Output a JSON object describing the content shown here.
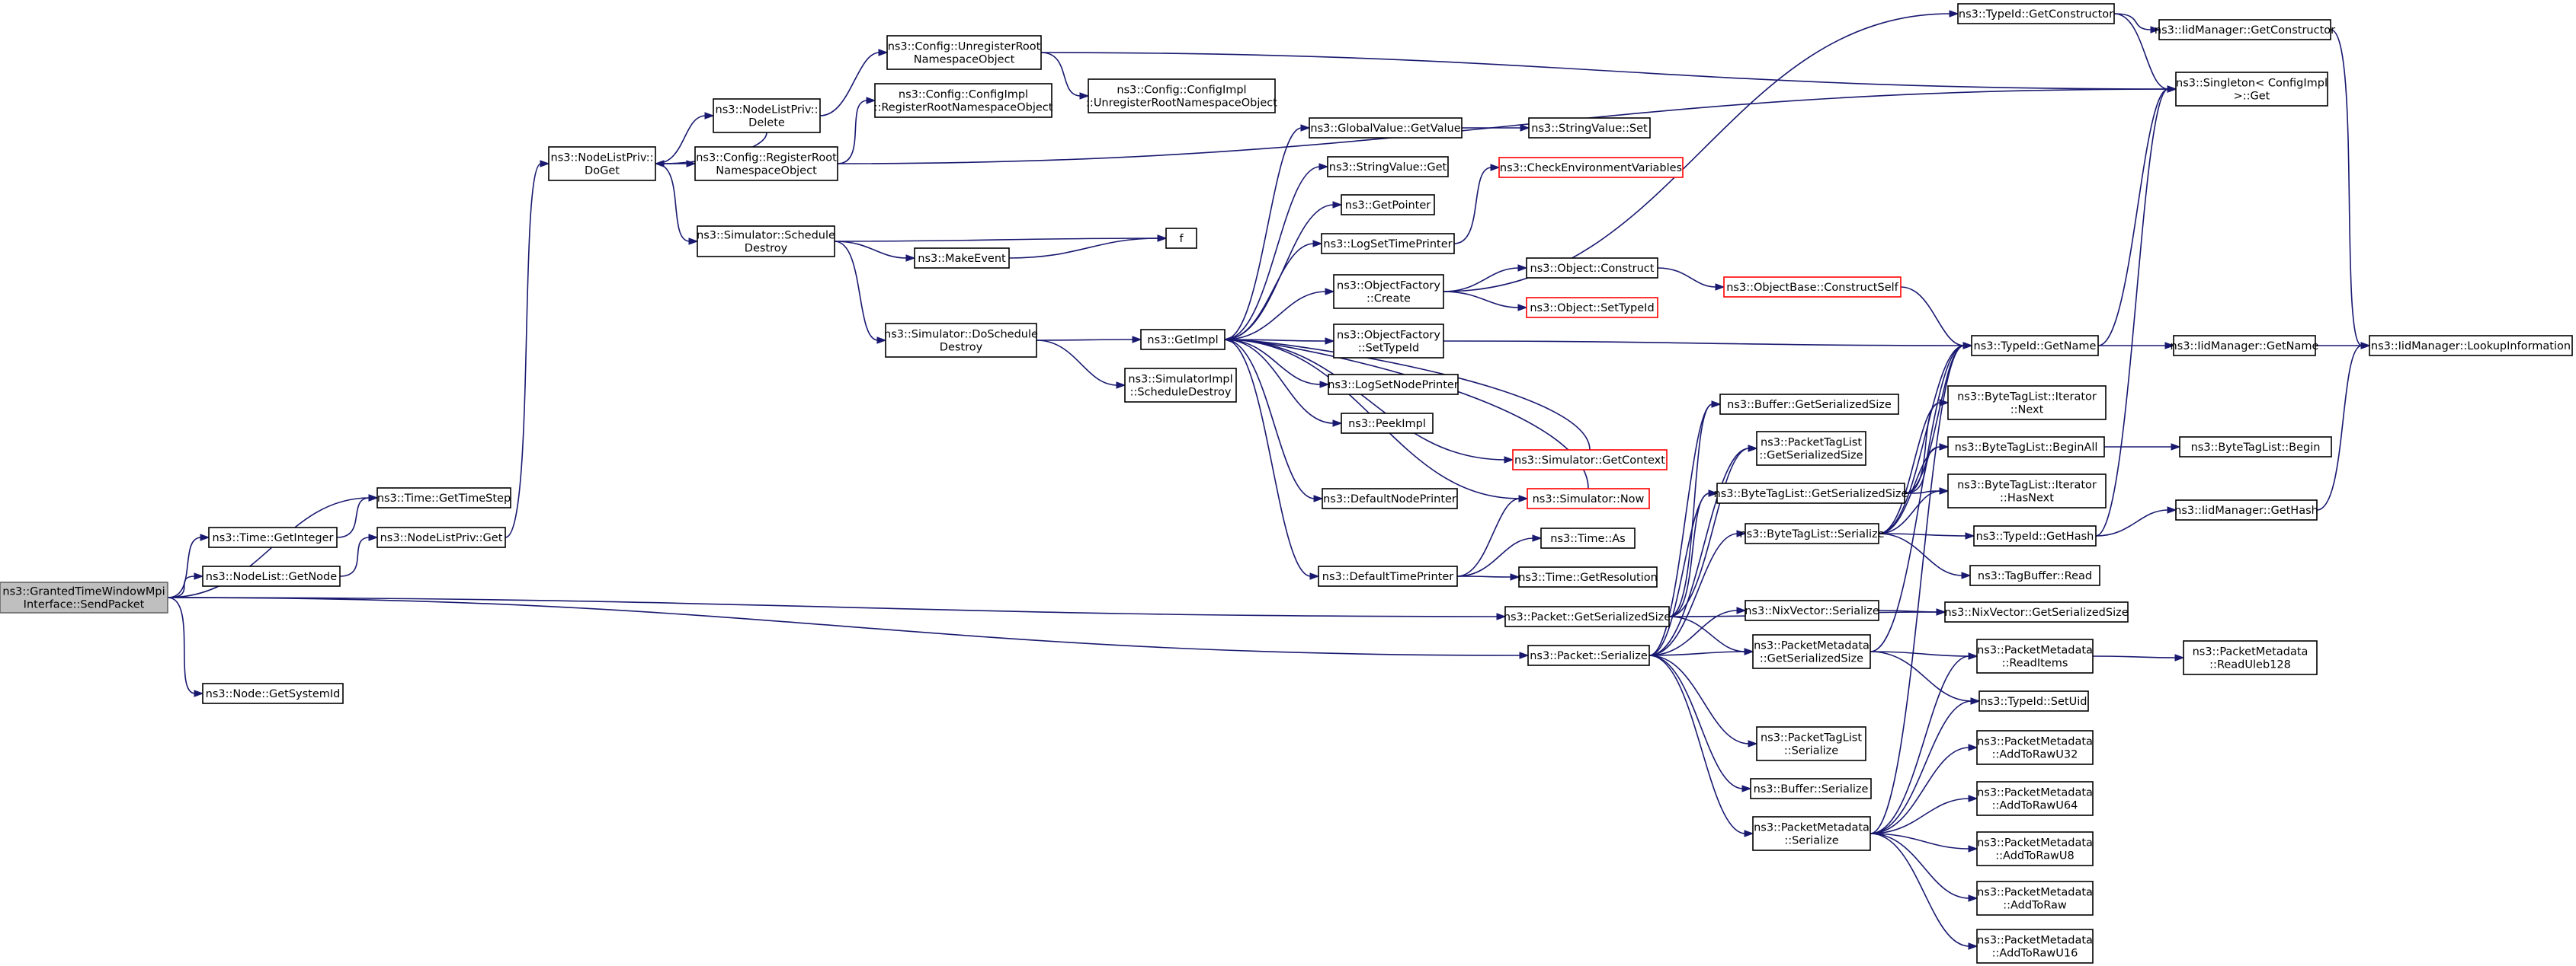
{
  "nodes": [
    {
      "id": "root",
      "lines": [
        "ns3::GrantedTimeWindowMpi",
        "Interface::SendPacket"
      ],
      "root": true
    },
    {
      "id": "time_gettimestep",
      "lines": [
        "ns3::Time::GetTimeStep"
      ]
    },
    {
      "id": "time_getinteger",
      "lines": [
        "ns3::Time::GetInteger"
      ]
    },
    {
      "id": "nodelistpriv_get",
      "lines": [
        "ns3::NodeListPriv::Get"
      ]
    },
    {
      "id": "nodelist_getnode",
      "lines": [
        "ns3::NodeList::GetNode"
      ]
    },
    {
      "id": "node_getsystemid",
      "lines": [
        "ns3::Node::GetSystemId"
      ]
    },
    {
      "id": "nodelistpriv_doget",
      "lines": [
        "ns3::NodeListPriv::",
        "DoGet"
      ]
    },
    {
      "id": "nodelistpriv_delete",
      "lines": [
        "ns3::NodeListPriv::",
        "Delete"
      ]
    },
    {
      "id": "config_registerroot",
      "lines": [
        "ns3::Config::RegisterRoot",
        "NamespaceObject"
      ]
    },
    {
      "id": "config_unregisterroot",
      "lines": [
        "ns3::Config::UnregisterRoot",
        "NamespaceObject"
      ]
    },
    {
      "id": "configimpl_register",
      "lines": [
        "ns3::Config::ConfigImpl",
        "::RegisterRootNamespaceObject"
      ]
    },
    {
      "id": "configimpl_unregister",
      "lines": [
        "ns3::Config::ConfigImpl",
        "::UnregisterRootNamespaceObject"
      ]
    },
    {
      "id": "sim_scheduledestroy",
      "lines": [
        "ns3::Simulator::Schedule",
        "Destroy"
      ]
    },
    {
      "id": "makeevent",
      "lines": [
        "ns3::MakeEvent"
      ]
    },
    {
      "id": "f",
      "lines": [
        "f"
      ]
    },
    {
      "id": "sim_doscheduledestroy",
      "lines": [
        "ns3::Simulator::DoSchedule",
        "Destroy"
      ]
    },
    {
      "id": "simimpl_scheduledestroy",
      "lines": [
        "ns3::SimulatorImpl",
        "::ScheduleDestroy"
      ]
    },
    {
      "id": "getimpl",
      "lines": [
        "ns3::GetImpl"
      ]
    },
    {
      "id": "globalvalue_getvalue",
      "lines": [
        "ns3::GlobalValue::GetValue"
      ]
    },
    {
      "id": "stringvalue_set",
      "lines": [
        "ns3::StringValue::Set"
      ]
    },
    {
      "id": "stringvalue_get",
      "lines": [
        "ns3::StringValue::Get"
      ]
    },
    {
      "id": "getpointer",
      "lines": [
        "ns3::GetPointer"
      ]
    },
    {
      "id": "logsettimeprinter",
      "lines": [
        "ns3::LogSetTimePrinter"
      ]
    },
    {
      "id": "checkenv",
      "lines": [
        "ns3::CheckEnvironmentVariables"
      ],
      "trunc": true
    },
    {
      "id": "objectfactory_create",
      "lines": [
        "ns3::ObjectFactory",
        "::Create"
      ]
    },
    {
      "id": "object_construct",
      "lines": [
        "ns3::Object::Construct"
      ]
    },
    {
      "id": "object_settypeid",
      "lines": [
        "ns3::Object::SetTypeId"
      ],
      "trunc": true
    },
    {
      "id": "objectbase_constructself",
      "lines": [
        "ns3::ObjectBase::ConstructSelf"
      ],
      "trunc": true
    },
    {
      "id": "objectfactory_settypeid",
      "lines": [
        "ns3::ObjectFactory",
        "::SetTypeId"
      ]
    },
    {
      "id": "logsetnodeprinter",
      "lines": [
        "ns3::LogSetNodePrinter"
      ]
    },
    {
      "id": "peekimpl",
      "lines": [
        "ns3::PeekImpl"
      ]
    },
    {
      "id": "sim_getcontext",
      "lines": [
        "ns3::Simulator::GetContext"
      ],
      "trunc": true
    },
    {
      "id": "defaultnodeprinter",
      "lines": [
        "ns3::DefaultNodePrinter"
      ]
    },
    {
      "id": "sim_now",
      "lines": [
        "ns3::Simulator::Now"
      ],
      "trunc": true
    },
    {
      "id": "time_as",
      "lines": [
        "ns3::Time::As"
      ]
    },
    {
      "id": "defaulttimeprinter",
      "lines": [
        "ns3::DefaultTimePrinter"
      ]
    },
    {
      "id": "time_getresolution",
      "lines": [
        "ns3::Time::GetResolution"
      ]
    },
    {
      "id": "typeid_getconstructor",
      "lines": [
        "ns3::TypeId::GetConstructor"
      ]
    },
    {
      "id": "iidmanager_getconstructor",
      "lines": [
        "ns3::IidManager::GetConstructor"
      ]
    },
    {
      "id": "singleton_get",
      "lines": [
        "ns3::Singleton< ConfigImpl",
        " >::Get"
      ]
    },
    {
      "id": "typeid_getname",
      "lines": [
        "ns3::TypeId::GetName"
      ]
    },
    {
      "id": "iidmanager_getname",
      "lines": [
        "ns3::IidManager::GetName"
      ]
    },
    {
      "id": "iidmanager_lookupinfo",
      "lines": [
        "ns3::IidManager::LookupInformation"
      ]
    },
    {
      "id": "buffer_getserializedsize",
      "lines": [
        "ns3::Buffer::GetSerializedSize"
      ]
    },
    {
      "id": "packettaglist_getserializedsize",
      "lines": [
        "ns3::PacketTagList",
        "::GetSerializedSize"
      ]
    },
    {
      "id": "bytetaglist_getserializedsize",
      "lines": [
        "ns3::ByteTagList::GetSerializedSize"
      ]
    },
    {
      "id": "bytetaglist_serialize",
      "lines": [
        "ns3::ByteTagList::Serialize"
      ]
    },
    {
      "id": "bytetaglist_iter_next",
      "lines": [
        "ns3::ByteTagList::Iterator",
        "::Next"
      ]
    },
    {
      "id": "bytetaglist_beginall",
      "lines": [
        "ns3::ByteTagList::BeginAll"
      ]
    },
    {
      "id": "bytetaglist_begin",
      "lines": [
        "ns3::ByteTagList::Begin"
      ]
    },
    {
      "id": "bytetaglist_iter_hasnext",
      "lines": [
        "ns3::ByteTagList::Iterator",
        "::HasNext"
      ]
    },
    {
      "id": "typeid_gethash",
      "lines": [
        "ns3::TypeId::GetHash"
      ]
    },
    {
      "id": "iidmanager_gethash",
      "lines": [
        "ns3::IidManager::GetHash"
      ]
    },
    {
      "id": "tagbuffer_read",
      "lines": [
        "ns3::TagBuffer::Read"
      ]
    },
    {
      "id": "packet_getserializedsize",
      "lines": [
        "ns3::Packet::GetSerializedSize"
      ]
    },
    {
      "id": "nixvector_serialize",
      "lines": [
        "ns3::NixVector::Serialize"
      ]
    },
    {
      "id": "nixvector_getserializedsize",
      "lines": [
        "ns3::NixVector::GetSerializedSize"
      ]
    },
    {
      "id": "packet_serialize",
      "lines": [
        "ns3::Packet::Serialize"
      ]
    },
    {
      "id": "pm_getserializedsize",
      "lines": [
        "ns3::PacketMetadata",
        "::GetSerializedSize"
      ]
    },
    {
      "id": "pm_readitems",
      "lines": [
        "ns3::PacketMetadata",
        "::ReadItems"
      ]
    },
    {
      "id": "pm_readuleb128",
      "lines": [
        "ns3::PacketMetadata",
        "::ReadUleb128"
      ]
    },
    {
      "id": "typeid_setuid",
      "lines": [
        "ns3::TypeId::SetUid"
      ]
    },
    {
      "id": "packettaglist_serialize",
      "lines": [
        "ns3::PacketTagList",
        "::Serialize"
      ]
    },
    {
      "id": "pm_addtorawu32",
      "lines": [
        "ns3::PacketMetadata",
        "::AddToRawU32"
      ]
    },
    {
      "id": "buffer_serialize",
      "lines": [
        "ns3::Buffer::Serialize"
      ]
    },
    {
      "id": "pm_addtorawu64",
      "lines": [
        "ns3::PacketMetadata",
        "::AddToRawU64"
      ]
    },
    {
      "id": "pm_serialize",
      "lines": [
        "ns3::PacketMetadata",
        "::Serialize"
      ]
    },
    {
      "id": "pm_addtorawu8",
      "lines": [
        "ns3::PacketMetadata",
        "::AddToRawU8"
      ]
    },
    {
      "id": "pm_addtoraw",
      "lines": [
        "ns3::PacketMetadata",
        "::AddToRaw"
      ]
    },
    {
      "id": "pm_addtorawu16",
      "lines": [
        "ns3::PacketMetadata",
        "::AddToRawU16"
      ]
    }
  ],
  "edges": [
    [
      "root",
      "time_gettimestep"
    ],
    [
      "root",
      "time_getinteger"
    ],
    [
      "root",
      "nodelist_getnode"
    ],
    [
      "root",
      "packet_getserializedsize"
    ],
    [
      "root",
      "packet_serialize"
    ],
    [
      "root",
      "node_getsystemid"
    ],
    [
      "time_getinteger",
      "time_gettimestep"
    ],
    [
      "nodelist_getnode",
      "nodelistpriv_get"
    ],
    [
      "nodelistpriv_get",
      "nodelistpriv_doget"
    ],
    [
      "nodelistpriv_doget",
      "nodelistpriv_delete"
    ],
    [
      "nodelistpriv_delete",
      "nodelistpriv_doget"
    ],
    [
      "nodelistpriv_doget",
      "config_registerroot"
    ],
    [
      "nodelistpriv_doget",
      "sim_scheduledestroy"
    ],
    [
      "nodelistpriv_delete",
      "config_unregisterroot"
    ],
    [
      "config_registerroot",
      "configimpl_register"
    ],
    [
      "config_registerroot",
      "singleton_get"
    ],
    [
      "config_unregisterroot",
      "configimpl_unregister"
    ],
    [
      "config_unregisterroot",
      "singleton_get"
    ],
    [
      "sim_scheduledestroy",
      "makeevent"
    ],
    [
      "sim_scheduledestroy",
      "f"
    ],
    [
      "sim_scheduledestroy",
      "sim_doscheduledestroy"
    ],
    [
      "makeevent",
      "f"
    ],
    [
      "sim_doscheduledestroy",
      "getimpl"
    ],
    [
      "sim_doscheduledestroy",
      "simimpl_scheduledestroy"
    ],
    [
      "getimpl",
      "globalvalue_getvalue"
    ],
    [
      "getimpl",
      "stringvalue_get"
    ],
    [
      "getimpl",
      "getpointer"
    ],
    [
      "getimpl",
      "logsettimeprinter"
    ],
    [
      "getimpl",
      "objectfactory_create"
    ],
    [
      "getimpl",
      "objectfactory_settypeid"
    ],
    [
      "getimpl",
      "logsetnodeprinter"
    ],
    [
      "getimpl",
      "peekimpl"
    ],
    [
      "getimpl",
      "sim_getcontext"
    ],
    [
      "getimpl",
      "defaultnodeprinter"
    ],
    [
      "getimpl",
      "sim_now"
    ],
    [
      "getimpl",
      "defaulttimeprinter"
    ],
    [
      "globalvalue_getvalue",
      "stringvalue_set"
    ],
    [
      "logsettimeprinter",
      "checkenv"
    ],
    [
      "objectfactory_create",
      "object_construct"
    ],
    [
      "objectfactory_create",
      "object_settypeid"
    ],
    [
      "objectfactory_create",
      "typeid_getconstructor"
    ],
    [
      "object_construct",
      "objectbase_constructself"
    ],
    [
      "objectbase_constructself",
      "typeid_getname"
    ],
    [
      "objectfactory_settypeid",
      "typeid_getname"
    ],
    [
      "sim_getcontext",
      "getimpl"
    ],
    [
      "sim_now",
      "getimpl"
    ],
    [
      "defaulttimeprinter",
      "sim_now"
    ],
    [
      "defaulttimeprinter",
      "time_as"
    ],
    [
      "defaulttimeprinter",
      "time_getresolution"
    ],
    [
      "typeid_getconstructor",
      "iidmanager_getconstructor"
    ],
    [
      "typeid_getconstructor",
      "singleton_get"
    ],
    [
      "iidmanager_getconstructor",
      "iidmanager_lookupinfo"
    ],
    [
      "typeid_getname",
      "singleton_get"
    ],
    [
      "typeid_getname",
      "iidmanager_getname"
    ],
    [
      "iidmanager_getname",
      "iidmanager_lookupinfo"
    ],
    [
      "typeid_gethash",
      "singleton_get"
    ],
    [
      "typeid_gethash",
      "iidmanager_gethash"
    ],
    [
      "iidmanager_gethash",
      "iidmanager_lookupinfo"
    ],
    [
      "bytetaglist_beginall",
      "bytetaglist_begin"
    ],
    [
      "packet_getserializedsize",
      "buffer_getserializedsize"
    ],
    [
      "packet_getserializedsize",
      "packettaglist_getserializedsize"
    ],
    [
      "packet_getserializedsize",
      "bytetaglist_getserializedsize"
    ],
    [
      "packet_getserializedsize",
      "nixvector_getserializedsize"
    ],
    [
      "packet_getserializedsize",
      "pm_getserializedsize"
    ],
    [
      "bytetaglist_getserializedsize",
      "bytetaglist_beginall"
    ],
    [
      "bytetaglist_getserializedsize",
      "bytetaglist_iter_next"
    ],
    [
      "bytetaglist_getserializedsize",
      "bytetaglist_iter_hasnext"
    ],
    [
      "bytetaglist_getserializedsize",
      "typeid_getname"
    ],
    [
      "bytetaglist_serialize",
      "typeid_getname"
    ],
    [
      "bytetaglist_serialize",
      "bytetaglist_iter_next"
    ],
    [
      "bytetaglist_serialize",
      "bytetaglist_beginall"
    ],
    [
      "bytetaglist_serialize",
      "bytetaglist_iter_hasnext"
    ],
    [
      "bytetaglist_serialize",
      "typeid_gethash"
    ],
    [
      "bytetaglist_serialize",
      "tagbuffer_read"
    ],
    [
      "packet_serialize",
      "buffer_getserializedsize"
    ],
    [
      "packet_serialize",
      "packettaglist_getserializedsize"
    ],
    [
      "packet_serialize",
      "bytetaglist_getserializedsize"
    ],
    [
      "packet_serialize",
      "bytetaglist_serialize"
    ],
    [
      "packet_serialize",
      "nixvector_serialize"
    ],
    [
      "packet_serialize",
      "pm_getserializedsize"
    ],
    [
      "packet_serialize",
      "packettaglist_serialize"
    ],
    [
      "packet_serialize",
      "buffer_serialize"
    ],
    [
      "packet_serialize",
      "pm_serialize"
    ],
    [
      "nixvector_serialize",
      "nixvector_getserializedsize"
    ],
    [
      "pm_getserializedsize",
      "typeid_getname"
    ],
    [
      "pm_getserializedsize",
      "pm_readitems"
    ],
    [
      "pm_getserializedsize",
      "typeid_setuid"
    ],
    [
      "pm_readitems",
      "pm_readuleb128"
    ],
    [
      "pm_serialize",
      "typeid_getname"
    ],
    [
      "pm_serialize",
      "pm_readitems"
    ],
    [
      "pm_serialize",
      "typeid_setuid"
    ],
    [
      "pm_serialize",
      "pm_addtorawu32"
    ],
    [
      "pm_serialize",
      "pm_addtorawu64"
    ],
    [
      "pm_serialize",
      "pm_addtorawu8"
    ],
    [
      "pm_serialize",
      "pm_addtoraw"
    ],
    [
      "pm_serialize",
      "pm_addtorawu16"
    ]
  ]
}
